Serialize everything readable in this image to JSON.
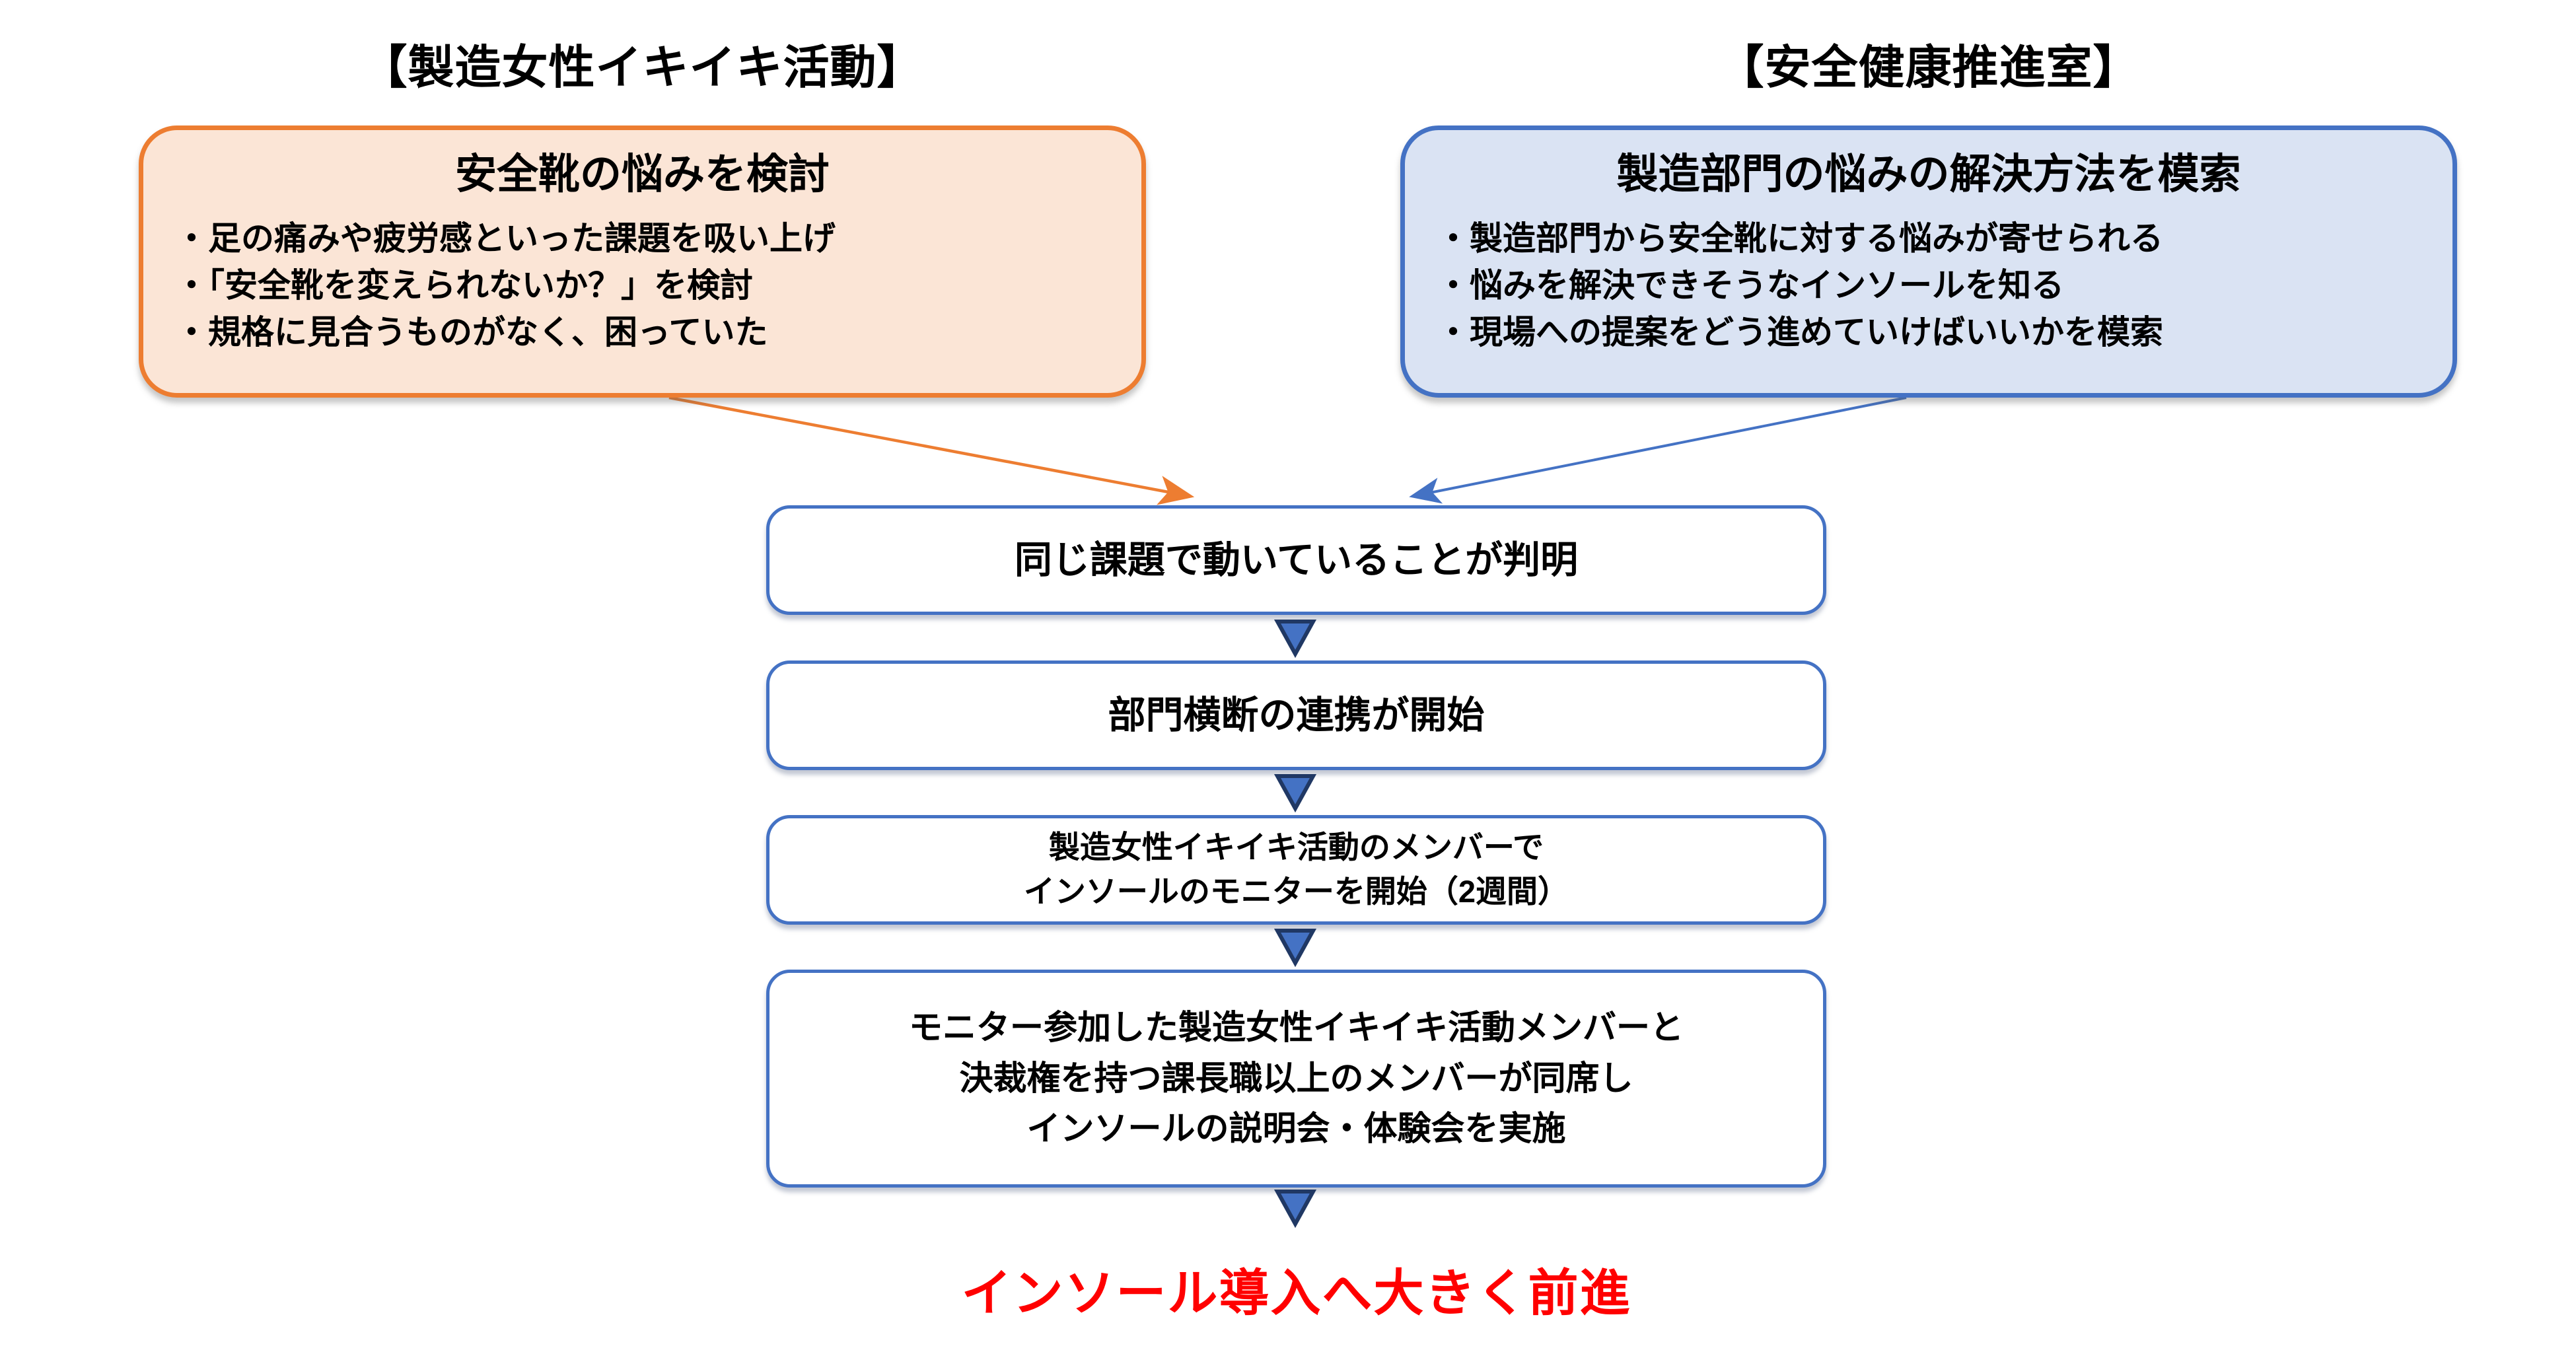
{
  "colors": {
    "orange_border": "#ED7D31",
    "orange_fill": "#FBE5D6",
    "blue_border": "#4472C4",
    "blue_fill": "#DAE3F3",
    "arrow_fill": "#4472C4",
    "arrow_outline": "#203864",
    "result_red": "#FF0000"
  },
  "left_panel": {
    "heading": "【製造女性イキイキ活動】",
    "title": "安全靴の悩みを検討",
    "bullets": [
      "・足の痛みや疲労感といった課題を吸い上げ",
      "・「安全靴を変えられないか？」を検討",
      "・規格に見合うものがなく、困っていた"
    ]
  },
  "right_panel": {
    "heading": "【安全健康推進室】",
    "title": "製造部門の悩みの解決方法を模索",
    "bullets": [
      "・製造部門から安全靴に対する悩みが寄せられる",
      "・悩みを解決できそうなインソールを知る",
      "・現場への提案をどう進めていけばいいかを模索"
    ]
  },
  "flow": {
    "steps": [
      {
        "lines": [
          "同じ課題で動いていることが判明"
        ]
      },
      {
        "lines": [
          "部門横断の連携が開始"
        ]
      },
      {
        "lines": [
          "製造女性イキイキ活動のメンバーで",
          "インソールのモニターを開始（2週間）"
        ]
      },
      {
        "lines": [
          "モニター参加した製造女性イキイキ活動メンバーと",
          "決裁権を持つ課長職以上のメンバーが同席し",
          "インソールの説明会・体験会を実施"
        ]
      }
    ],
    "result": "インソール導入へ大きく前進"
  }
}
